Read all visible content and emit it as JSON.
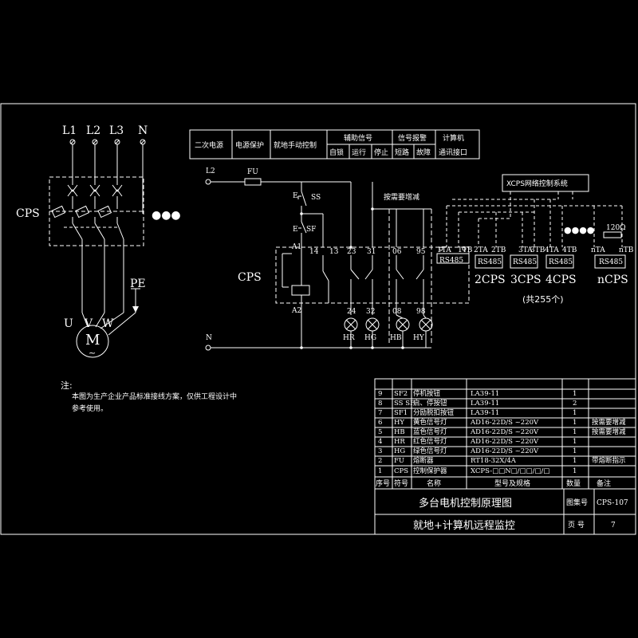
{
  "colors": {
    "background": "#000000",
    "line": "#ffffff"
  },
  "left": {
    "phases": [
      "L1",
      "L2",
      "L3",
      "N"
    ],
    "cps_label": "CPS",
    "ellipsis": "●●●",
    "pe_label": "PE",
    "motor_terminals": [
      "U",
      "V",
      "W"
    ],
    "motor_label": "M",
    "motor_symbol": "~"
  },
  "header_table": {
    "cells": [
      "二次电源",
      "电源保护",
      "就地手动控制",
      "辅助信号",
      "信号报警",
      "计算机"
    ],
    "subcells": [
      "自锁",
      "运行",
      "停止",
      "短路",
      "故障",
      "通讯接口"
    ]
  },
  "control": {
    "l2": "L2",
    "fu": "FU",
    "ss": "SS",
    "sf": "SF",
    "e1": "E",
    "e2": "E",
    "a1": "A1",
    "a2": "A2",
    "cps": "CPS",
    "n": "N",
    "contacts_top": [
      "14",
      "13",
      "23",
      "31",
      "06",
      "95"
    ],
    "contacts_bottom": [
      "24",
      "32",
      "08",
      "98"
    ],
    "lamps": [
      "HR",
      "HG",
      "HB",
      "HY"
    ],
    "bracket_label": "按需要增减",
    "rs_terminals": [
      "1TA",
      "1TB"
    ],
    "rs_label": "RS485"
  },
  "network": {
    "title": "XCPS网络控制系统",
    "nodes": [
      {
        "ta": "2TA",
        "tb": "2TB",
        "label": "RS485",
        "name": "2CPS"
      },
      {
        "ta": "3TA",
        "tb": "3TB",
        "label": "RS485",
        "name": "3CPS"
      },
      {
        "ta": "4TA",
        "tb": "4TB",
        "label": "RS485",
        "name": "4CPS"
      },
      {
        "ta": "nTA",
        "tb": "nTB",
        "label": "RS485",
        "name": "nCPS"
      }
    ],
    "resistor": "120Ω",
    "dots": "●●●●",
    "total": "(共255个)"
  },
  "notes": {
    "title": "注:",
    "line1": "本图为生产企业产品标准接线方案，仅供工程设计中",
    "line2": "参考使用。"
  },
  "bom": {
    "rows": [
      {
        "no": "9",
        "sym": "SF2",
        "name": "停机按钮",
        "spec": "LA39-11",
        "qty": "1",
        "remark": ""
      },
      {
        "no": "8",
        "sym": "SS SF",
        "name": "启、停按钮",
        "spec": "LA39-11",
        "qty": "2",
        "remark": ""
      },
      {
        "no": "7",
        "sym": "SF1",
        "name": "分励脱扣按钮",
        "spec": "LA39-11",
        "qty": "1",
        "remark": ""
      },
      {
        "no": "6",
        "sym": "HY",
        "name": "黄色信号灯",
        "spec": "AD16-22D/S  ~220V",
        "qty": "1",
        "remark": "按需要增减"
      },
      {
        "no": "5",
        "sym": "HB",
        "name": "蓝色信号灯",
        "spec": "AD16-22D/S  ~220V",
        "qty": "1",
        "remark": "按需要增减"
      },
      {
        "no": "4",
        "sym": "HR",
        "name": "红色信号灯",
        "spec": "AD16-22D/S  ~220V",
        "qty": "1",
        "remark": ""
      },
      {
        "no": "3",
        "sym": "HG",
        "name": "绿色信号灯",
        "spec": "AD16-22D/S  ~220V",
        "qty": "1",
        "remark": ""
      },
      {
        "no": "2",
        "sym": "FU",
        "name": "熔断器",
        "spec": "RT18-32X/4A",
        "qty": "1",
        "remark": "带熔断指示"
      },
      {
        "no": "1",
        "sym": "CPS",
        "name": "控制保护器",
        "spec": "XCPS-□□N□/□□/□/□",
        "qty": "1",
        "remark": ""
      }
    ],
    "headers": [
      "序号",
      "符号",
      "名称",
      "型号及规格",
      "数量",
      "备注"
    ]
  },
  "title_block": {
    "title1": "多台电机控制原理图",
    "title2": "就地+计算机远程监控",
    "atlas_label": "图集号",
    "atlas_value": "CPS-107",
    "page_label": "页 号",
    "page_value": "7"
  }
}
